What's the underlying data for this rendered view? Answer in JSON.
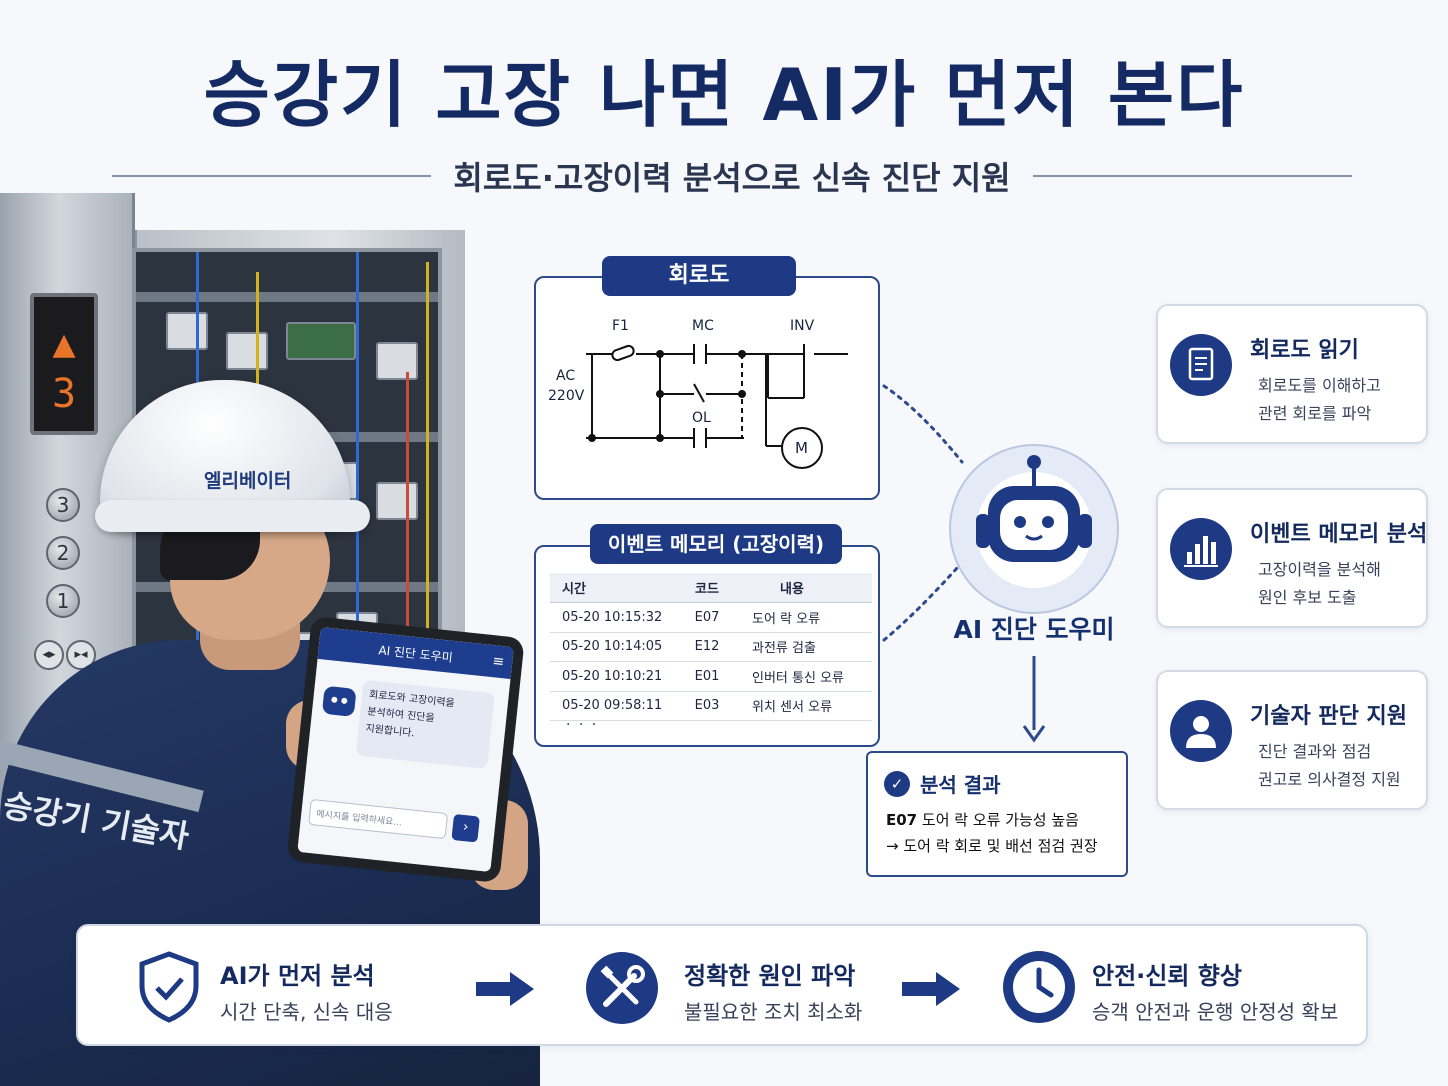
{
  "header": {
    "title": "승강기 고장 나면 AI가 먼저 본다",
    "subtitle": "회로도·고장이력 분석으로 신속 진단 지원"
  },
  "illustration": {
    "floor_display": {
      "direction_icon": "up-arrow-icon",
      "floor": "3"
    },
    "floor_buttons": [
      "3",
      "2",
      "1"
    ],
    "helmet_text": "엘리베이터",
    "uniform_text": "승강기 기술자",
    "tablet": {
      "title": "AI 진단 도우미",
      "message_lines": [
        "회로도와 고장이력을",
        "분석하여 진단을",
        "지원합니다."
      ],
      "input_placeholder": "메시지를 입력하세요...",
      "send_icon": "send-arrow-icon"
    }
  },
  "circuit": {
    "label": "회로도",
    "tags": {
      "f1": "F1",
      "mc": "MC",
      "inv": "INV",
      "ac": "AC",
      "volt": "220V",
      "ol": "OL",
      "motor": "M"
    }
  },
  "event_memory": {
    "label": "이벤트 메모리 (고장이력)",
    "columns": [
      "시간",
      "코드",
      "내용"
    ],
    "rows": [
      [
        "05-20 10:15:32",
        "E07",
        "도어 락 오류"
      ],
      [
        "05-20 10:14:05",
        "E12",
        "과전류 검출"
      ],
      [
        "05-20 10:10:21",
        "E01",
        "인버터 통신 오류"
      ],
      [
        "05-20 09:58:11",
        "E03",
        "위치 센서 오류"
      ]
    ],
    "more": "· · ·"
  },
  "assistant": {
    "label": "AI 진단 도우미",
    "icon": "robot-icon"
  },
  "result": {
    "title": "분석 결과",
    "code": "E07",
    "line1_rest": " 도어 락 오류 가능성 높음",
    "line2": "→ 도어 락 회로 및 배선 점검 권장"
  },
  "features": [
    {
      "title": "회로도 읽기",
      "desc": [
        "회로도를 이해하고",
        "관련 회로를 파악"
      ],
      "icon": "document-icon"
    },
    {
      "title": "이벤트 메모리 분석",
      "desc": [
        "고장이력을 분석해",
        "원인 후보 도출"
      ],
      "icon": "bar-chart-icon"
    },
    {
      "title": "기술자 판단 지원",
      "desc": [
        "진단 결과와 점검",
        "권고로 의사결정 지원"
      ],
      "icon": "user-icon"
    }
  ],
  "banner": [
    {
      "title": "AI가 먼저 분석",
      "desc": "시간 단축, 신속 대응",
      "icon": "shield-check-icon"
    },
    {
      "title": "정확한 원인 파악",
      "desc": "불필요한 조치 최소화",
      "icon": "tools-icon"
    },
    {
      "title": "안전·신뢰 향상",
      "desc": "승객 안전과 운행 안정성 확보",
      "icon": "clock-icon"
    }
  ],
  "colors": {
    "navy": "#142a63",
    "accent": "#1e3a85",
    "background": "#f6f8fc"
  }
}
